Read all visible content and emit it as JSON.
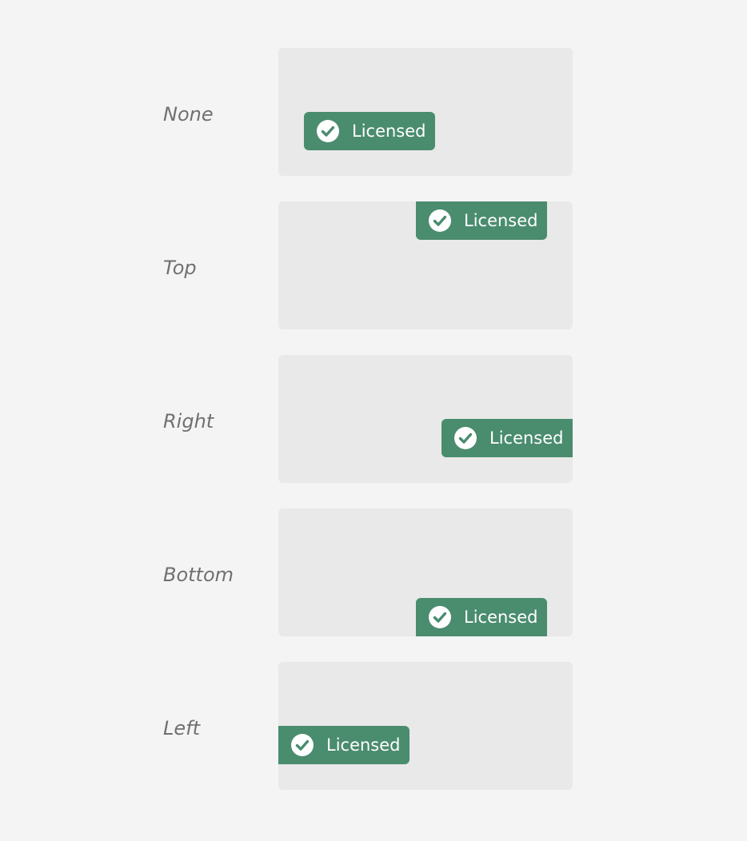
{
  "colors": {
    "background": "#f4f4f4",
    "card": "#e9e9e9",
    "badge": "#4a8c6e",
    "label_text": "#707070",
    "badge_text": "#ffffff"
  },
  "badge_icon": "checkmark-circle-icon",
  "rows": [
    {
      "label": "None",
      "badge_text": "Licensed"
    },
    {
      "label": "Top",
      "badge_text": "Licensed"
    },
    {
      "label": "Right",
      "badge_text": "Licensed"
    },
    {
      "label": "Bottom",
      "badge_text": "Licensed"
    },
    {
      "label": "Left",
      "badge_text": "Licensed"
    }
  ]
}
